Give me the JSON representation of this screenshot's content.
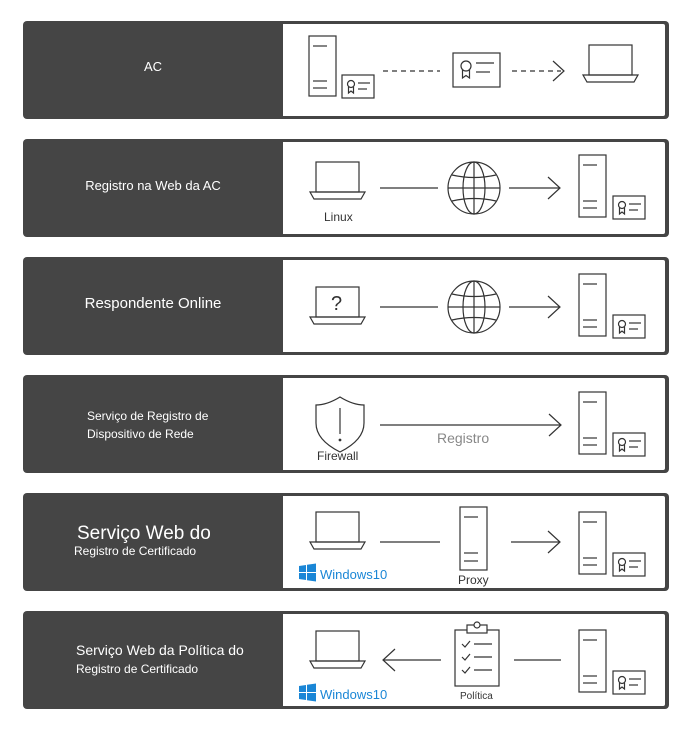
{
  "rows": [
    {
      "label": "AC"
    },
    {
      "label": "Registro na Web da AC",
      "caption": "Linux"
    },
    {
      "label": "Respondente Online",
      "icon_glyph": "?"
    },
    {
      "label_line1": "Serviço de Registro de",
      "label_line2": "Dispositivo de Rede",
      "caption": "Firewall",
      "arrow_label": "Registro"
    },
    {
      "label_line1": "Serviço Web do",
      "label_line2": "Registro de Certificado",
      "windows_label": "Windows10",
      "caption": "Proxy"
    },
    {
      "label_line1": "Serviço Web da Política do",
      "label_line2": "Registro de Certificado",
      "windows_label": "Windows10",
      "caption": "Política"
    }
  ],
  "colors": {
    "row_bg": "#454545",
    "panel_bg": "#ffffff",
    "stroke": "#333333",
    "windows_blue": "#1a86d6"
  },
  "icons": [
    "server-icon",
    "certificate-icon",
    "laptop-icon",
    "globe-icon",
    "shield-icon",
    "clipboard-icon",
    "windows-logo-icon",
    "arrow-right-icon",
    "arrow-left-icon"
  ]
}
